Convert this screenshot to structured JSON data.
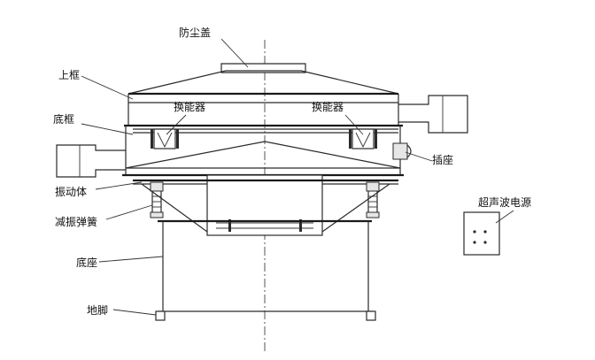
{
  "labels": {
    "dust_cover": "防尘盖",
    "upper_frame": "上框",
    "bottom_frame": "底框",
    "transducer_left": "换能器",
    "transducer_right": "换能器",
    "socket": "插座",
    "vibrating_body": "振动体",
    "damping_spring": "减振弹簧",
    "base": "底座",
    "feet": "地脚",
    "ultrasonic_power": "超声波电源"
  }
}
